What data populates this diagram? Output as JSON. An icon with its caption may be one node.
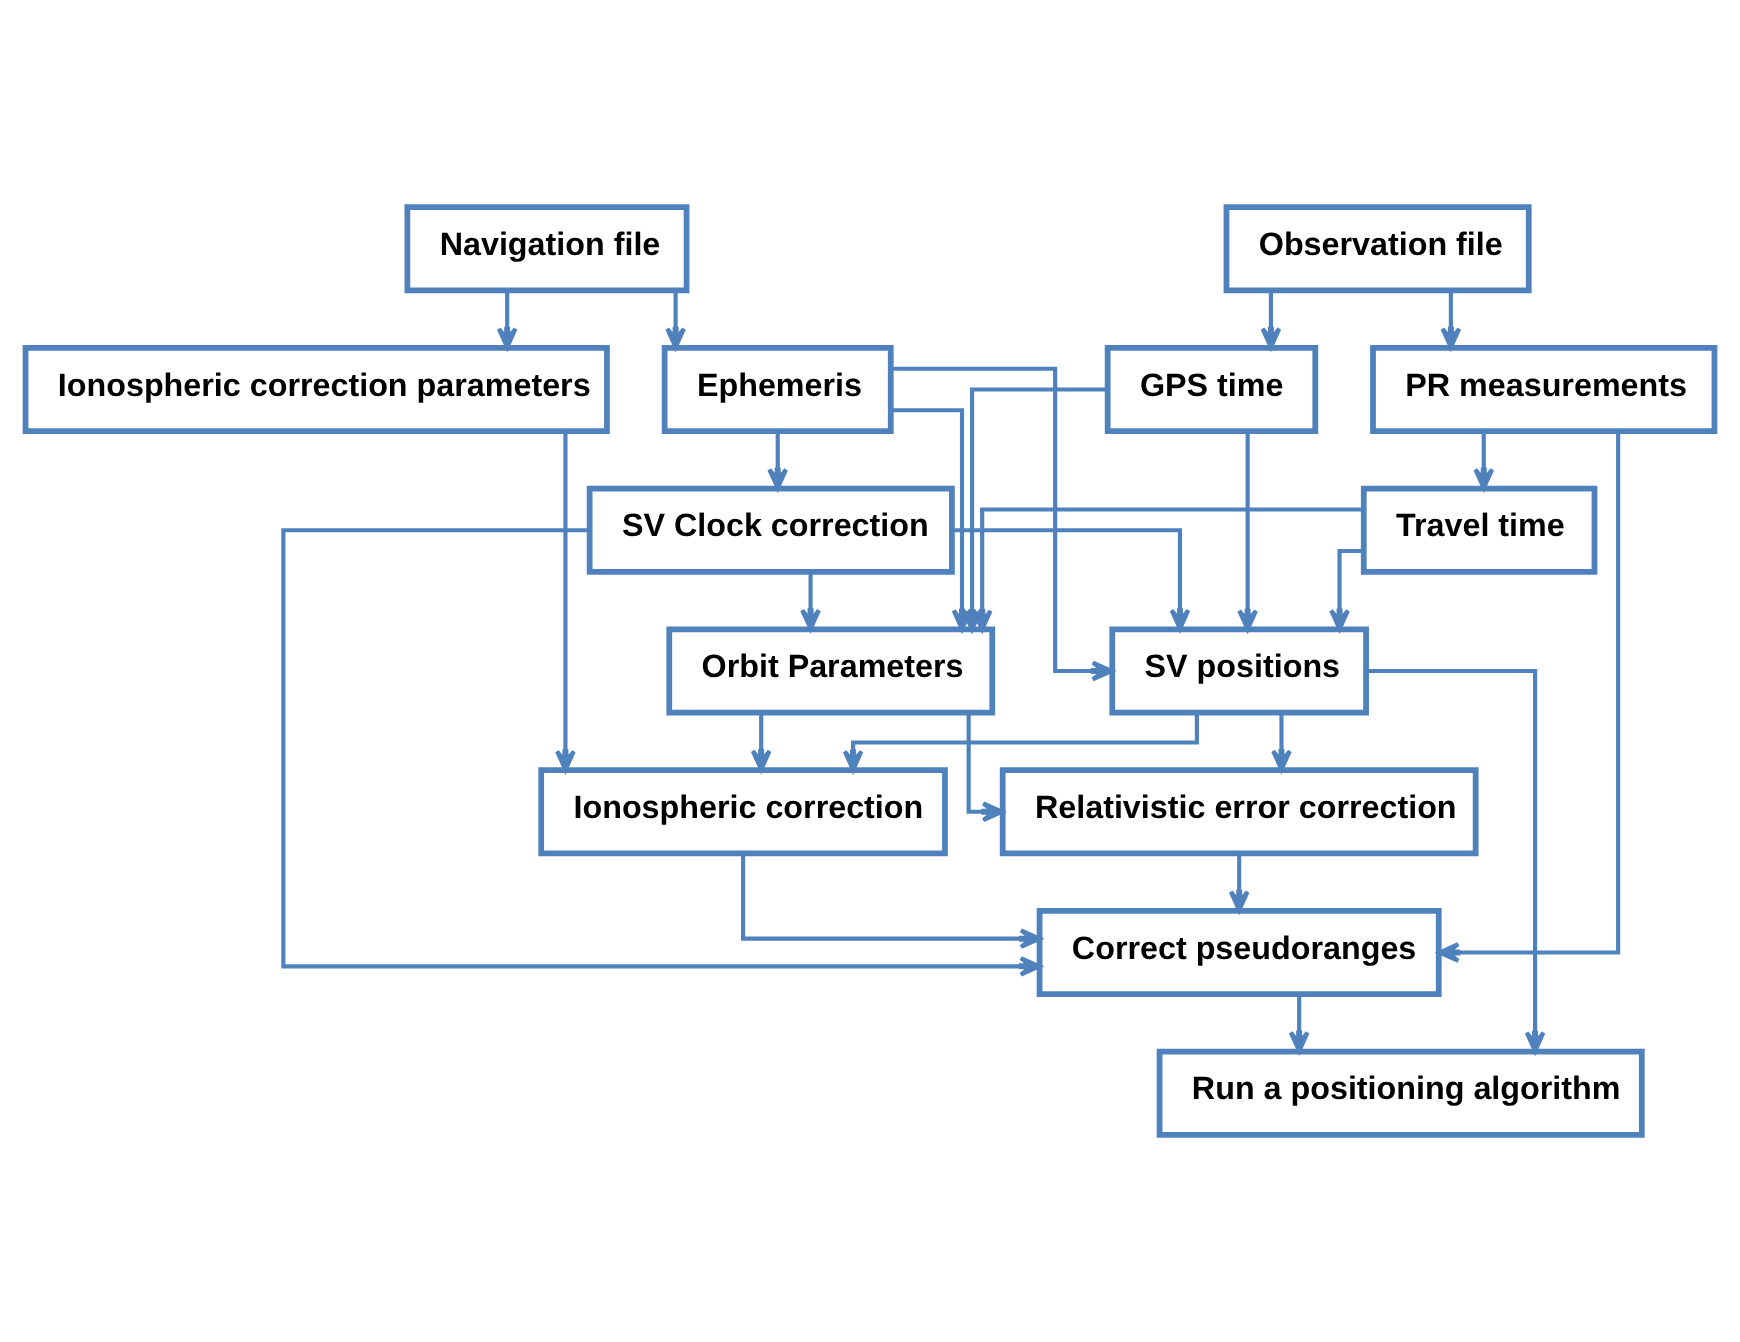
{
  "diagram": {
    "nodes": [
      {
        "text": [
          "Observation file"
        ]
      },
      {
        "text": [
          "Navigation file"
        ]
      },
      {
        "text": [
          "PR measurements"
        ]
      },
      {
        "text": [
          "GPS time"
        ]
      },
      {
        "text": [
          "Ephemeris"
        ]
      },
      {
        "text": [
          "Ionospheric correction parameters"
        ]
      },
      {
        "text": [
          "Travel time"
        ]
      },
      {
        "text": [
          "SV Clock correction"
        ]
      },
      {
        "text": [
          "SV positions"
        ]
      },
      {
        "text": [
          "Orbit Parameters"
        ]
      },
      {
        "text": [
          "Relativistic error correction"
        ]
      },
      {
        "text": [
          "Ionospheric correction"
        ]
      },
      {
        "text": [
          "Correct pseudoranges"
        ]
      },
      {
        "text": [
          "Run a positioning algorithm"
        ]
      }
    ],
    "edges": [
      {
        "from": 0,
        "to": 2,
        "arrow": "to"
      },
      {
        "from": 0,
        "to": 3,
        "arrow": "to"
      },
      {
        "from": 1,
        "to": 4,
        "arrow": "to"
      },
      {
        "from": 1,
        "to": 5,
        "arrow": "to"
      },
      {
        "from": 2,
        "to": 6,
        "arrow": "to"
      },
      {
        "from": 4,
        "to": 7,
        "arrow": "to"
      },
      {
        "from": 3,
        "to": 8,
        "arrow": "to"
      },
      {
        "from": 6,
        "to": 8,
        "arrow": "to"
      },
      {
        "from": 4,
        "to": 8,
        "arrow": "to"
      },
      {
        "from": 7,
        "to": 8,
        "arrow": "to"
      },
      {
        "from": 3,
        "to": 9,
        "arrow": "to"
      },
      {
        "from": 6,
        "to": 9,
        "arrow": "to"
      },
      {
        "from": 4,
        "to": 9,
        "arrow": "to"
      },
      {
        "from": 7,
        "to": 9,
        "arrow": "to"
      },
      {
        "from": 8,
        "to": 10,
        "arrow": "to"
      },
      {
        "from": 8,
        "to": 11,
        "arrow": "to"
      },
      {
        "from": 9,
        "to": 10,
        "arrow": "to"
      },
      {
        "from": 9,
        "to": 11,
        "arrow": "to"
      },
      {
        "from": 5,
        "to": 11,
        "arrow": "to"
      },
      {
        "from": 7,
        "to": 12,
        "arrow": "to"
      },
      {
        "from": 10,
        "to": 12,
        "arrow": "to"
      },
      {
        "from": 11,
        "to": 12,
        "arrow": "to"
      },
      {
        "from": 2,
        "to": 12,
        "arrow": "to"
      },
      {
        "from": 8,
        "to": 13,
        "arrow": "to"
      },
      {
        "from": 12,
        "to": 13,
        "arrow": "to"
      }
    ]
  }
}
